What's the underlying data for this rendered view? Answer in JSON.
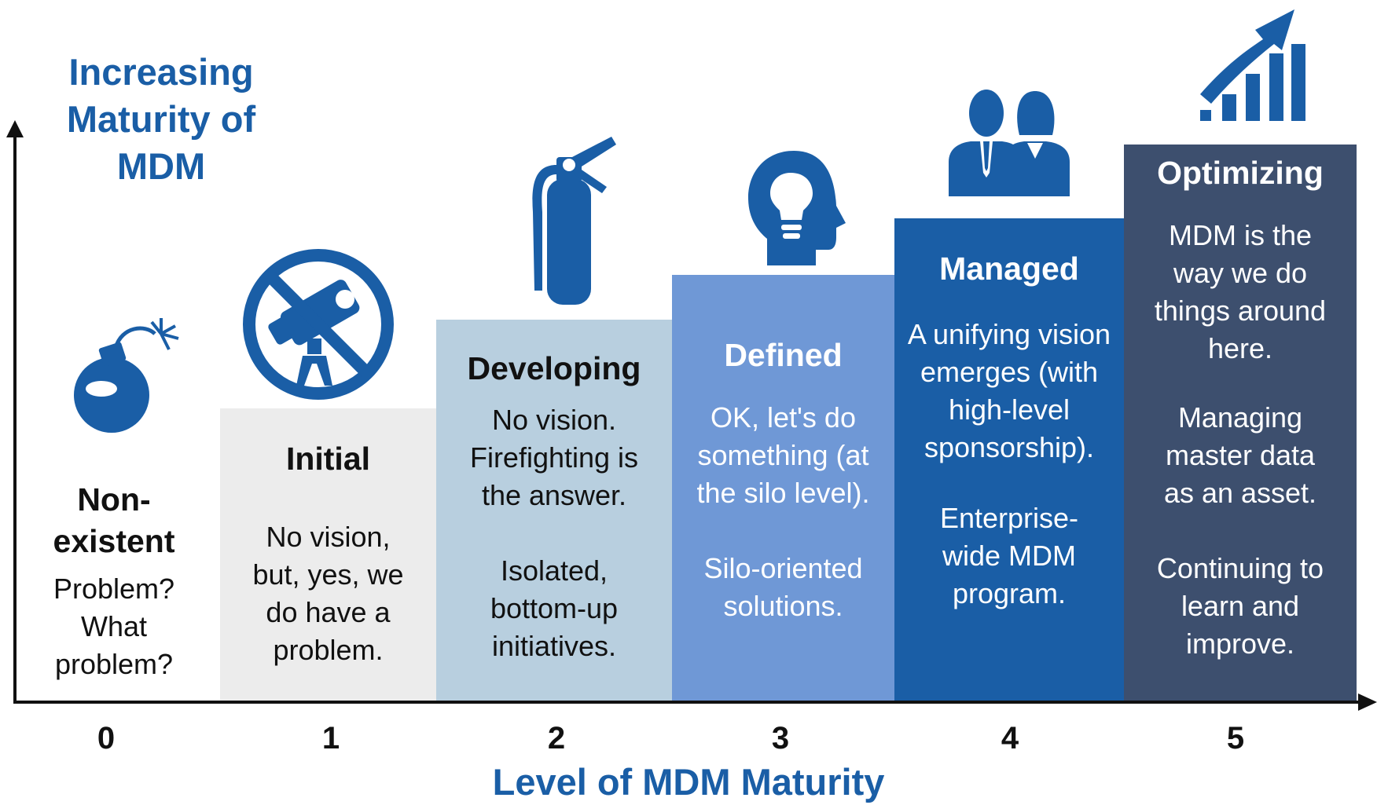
{
  "y_axis_title": "Increasing Maturity of MDM",
  "x_axis_title": "Level of MDM Maturity",
  "levels": [
    {
      "number": "0",
      "title": "Non-existent",
      "description": "Problem? What problem?",
      "icon": "bomb-icon",
      "color": "#ffffff",
      "text_color": "#111111"
    },
    {
      "number": "1",
      "title": "Initial",
      "description": "No vision, but, yes, we do have a problem.",
      "icon": "no-telescope-icon",
      "color": "#ececec",
      "text_color": "#111111"
    },
    {
      "number": "2",
      "title": "Developing",
      "description_1": "No vision. Firefighting is the answer.",
      "description_2": "Isolated, bottom-up initiatives.",
      "icon": "fire-extinguisher-icon",
      "color": "#b8cfdf",
      "text_color": "#111111"
    },
    {
      "number": "3",
      "title": "Defined",
      "description_1": "OK, let's do something (at the silo level).",
      "description_2": "Silo-oriented solutions.",
      "icon": "lightbulb-head-icon",
      "color": "#6f98d6",
      "text_color": "#ffffff"
    },
    {
      "number": "4",
      "title": "Managed",
      "description_1": "A unifying vision emerges (with high-level sponsorship).",
      "description_2": "Enterprise-wide MDM program.",
      "icon": "people-icon",
      "color": "#1a5ea6",
      "text_color": "#ffffff"
    },
    {
      "number": "5",
      "title": "Optimizing",
      "description_1": "MDM is the way we do things around here.",
      "description_2": "Managing master data as an asset.",
      "description_3": "Continuing to learn and improve.",
      "icon": "growth-chart-icon",
      "color": "#3d4f6e",
      "text_color": "#ffffff"
    }
  ],
  "colors": {
    "accent": "#1a5ea6",
    "axis": "#111111"
  }
}
